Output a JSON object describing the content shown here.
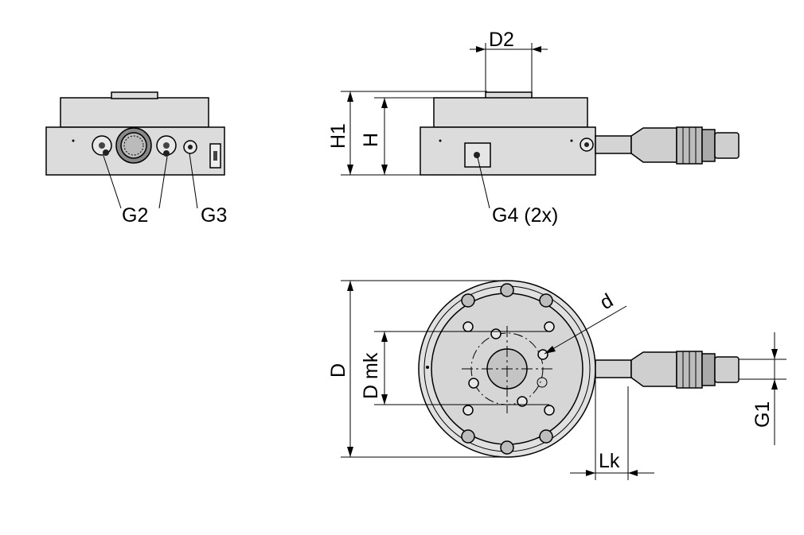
{
  "labels": {
    "g2": "G2",
    "g3": "G3",
    "g4": "G4 (2x)",
    "d2": "D2",
    "h1": "H1",
    "h": "H",
    "d": "D",
    "dmk": "D mk",
    "d_small": "d",
    "lk": "Lk",
    "g1": "G1"
  },
  "colors": {
    "body": "#dcdcdc",
    "body_dark": "#c9c9c9",
    "line": "#000000"
  }
}
